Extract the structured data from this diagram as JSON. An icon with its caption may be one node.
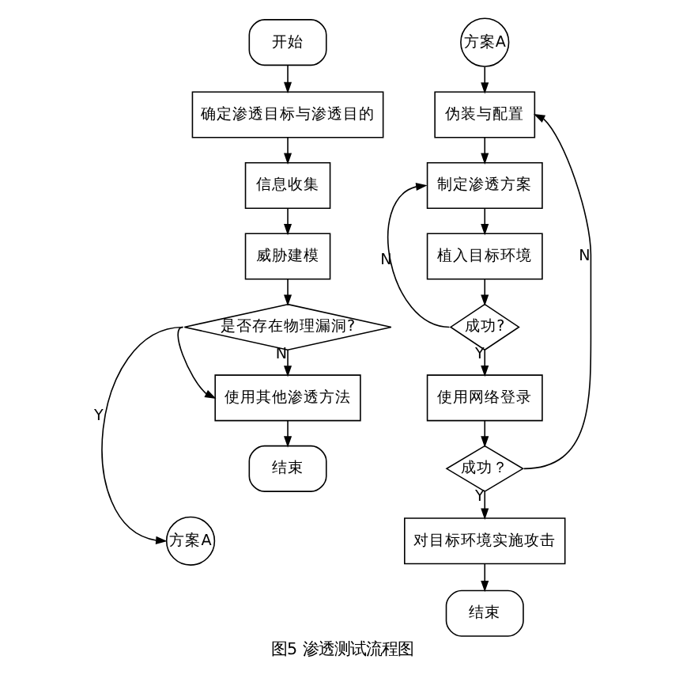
{
  "diagram": {
    "caption": "图5 渗透测试流程图",
    "nodes": [
      {
        "text": [
          "开始"
        ]
      },
      {
        "text": [
          "确定渗透目标与渗透目的"
        ]
      },
      {
        "text": [
          "信息收集"
        ]
      },
      {
        "text": [
          "威胁建模"
        ]
      },
      {
        "text": [
          "是否存在物理漏洞?"
        ]
      },
      {
        "text": [
          "使用其他渗透方法"
        ]
      },
      {
        "text": [
          "结束"
        ]
      },
      {
        "text": [
          "方案A"
        ]
      },
      {
        "text": [
          "方案A"
        ]
      },
      {
        "text": [
          "伪装与配置"
        ]
      },
      {
        "text": [
          "制定渗透方案"
        ]
      },
      {
        "text": [
          "植入目标环境"
        ]
      },
      {
        "text": [
          "成功?"
        ]
      },
      {
        "text": [
          "使用网络登录"
        ]
      },
      {
        "text": [
          "成功？"
        ]
      },
      {
        "text": [
          "对目标环境实施攻击"
        ]
      },
      {
        "text": [
          "结束"
        ]
      }
    ],
    "edges": [
      {
        "from": 0,
        "to": 1,
        "arrow": "to"
      },
      {
        "from": 1,
        "to": 2,
        "arrow": "to"
      },
      {
        "from": 2,
        "to": 3,
        "arrow": "to"
      },
      {
        "from": 3,
        "to": 4,
        "arrow": "to"
      },
      {
        "from": 4,
        "to": 5,
        "label": "N",
        "arrow": "to"
      },
      {
        "from": 4,
        "to": 7,
        "label": "Y",
        "arrow": "to"
      },
      {
        "from": 4,
        "to": 5,
        "arrow": "to"
      },
      {
        "from": 5,
        "to": 6,
        "arrow": "to"
      },
      {
        "from": 8,
        "to": 9,
        "arrow": "to"
      },
      {
        "from": 9,
        "to": 10,
        "arrow": "to"
      },
      {
        "from": 10,
        "to": 11,
        "arrow": "to"
      },
      {
        "from": 11,
        "to": 12,
        "arrow": "to"
      },
      {
        "from": 12,
        "to": 10,
        "label": "N",
        "arrow": "to"
      },
      {
        "from": 12,
        "to": 13,
        "label": "Y",
        "arrow": "to"
      },
      {
        "from": 13,
        "to": 14,
        "arrow": "to"
      },
      {
        "from": 14,
        "to": 9,
        "label": "N",
        "arrow": "to"
      },
      {
        "from": 14,
        "to": 15,
        "label": "Y",
        "arrow": "to"
      },
      {
        "from": 15,
        "to": 16,
        "arrow": "to"
      }
    ]
  }
}
